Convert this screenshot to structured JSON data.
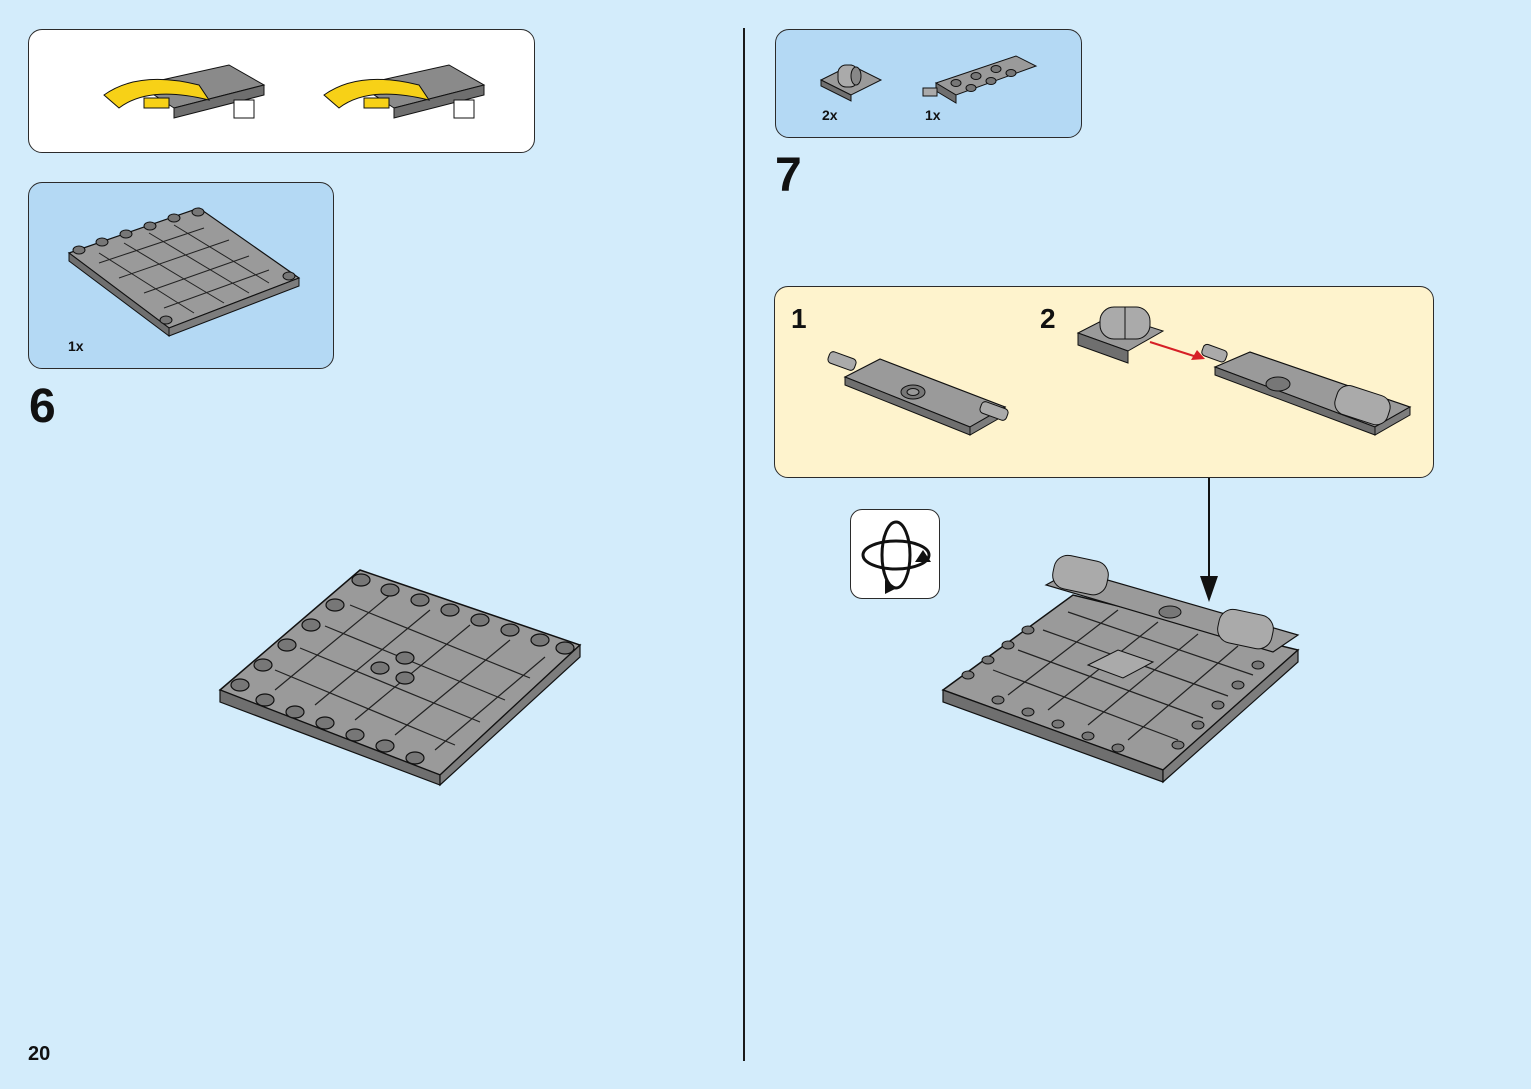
{
  "page": {
    "number": "20"
  },
  "left": {
    "parts": {
      "qty": "1x"
    },
    "step": "6"
  },
  "right": {
    "parts": {
      "qty_a": "2x",
      "qty_b": "1x"
    },
    "step": "7",
    "substeps": [
      "1",
      "2"
    ]
  },
  "icons": {
    "rotate": "rotate-model-icon"
  },
  "colors": {
    "background": "#d3ecfb",
    "parts_box": "#b4d9f4",
    "substep_box": "#fef3cd",
    "brick_gray": "#9a9a9a",
    "brick_yellow": "#f7d117",
    "arrow_red": "#d61f26"
  }
}
